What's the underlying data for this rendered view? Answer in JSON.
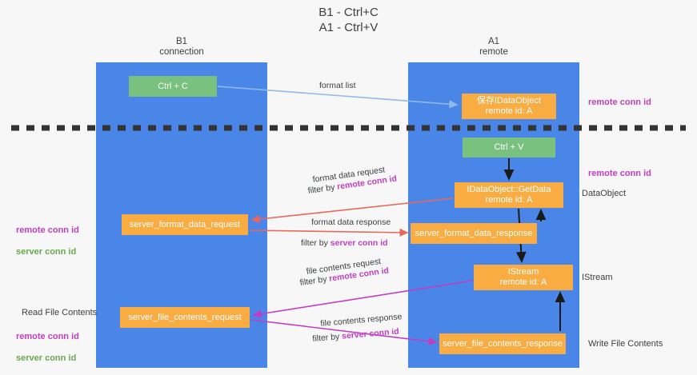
{
  "title": "B1 - Ctrl+C\nA1 - Ctrl+V",
  "columns": {
    "left": "B1\nconnection",
    "right": "A1\nremote"
  },
  "boxes": {
    "ctrl_c": "Ctrl + C",
    "save_idataobject": "保存IDataObject\nremote id: A",
    "ctrl_v": "Ctrl + V",
    "idataobject_getdata": "IDataObject::GetData\nremote id: A",
    "server_format_data_request": "server_format_data_request",
    "server_format_data_response": "server_format_data_response",
    "istream": "IStream\nremote id: A",
    "server_file_contents_request": "server_file_contents_request",
    "server_file_contents_response": "server_file_contents_response"
  },
  "annotations": {
    "remote_conn_id_top": "remote conn id",
    "remote_conn_id_mid": "remote conn id",
    "dataobject": "DataObject",
    "istream": "IStream",
    "write_file_contents": "Write File Contents",
    "read_file_contents": "Read File Contents",
    "left_remote_conn_id_1": "remote conn id",
    "left_server_conn_id_1": "server conn id",
    "left_remote_conn_id_2": "remote conn id",
    "left_server_conn_id_2": "server conn id"
  },
  "arrow_labels": {
    "format_list": "format list",
    "format_data_request": "format data request",
    "filter_by_remote_1_prefix": "filter by ",
    "filter_by_remote_1_value": "remote conn id",
    "format_data_response": "format data response",
    "filter_by_server_1_prefix": "filter by ",
    "filter_by_server_1_value": "server conn id",
    "file_contents_request": "file contents request",
    "filter_by_remote_2_prefix": "filter by ",
    "filter_by_remote_2_value": "remote conn id",
    "file_contents_response": "file contents response",
    "filter_by_server_2_prefix": "filter by ",
    "filter_by_server_2_value": "server conn id"
  },
  "colors": {
    "lane": "#4a86e8",
    "green_box": "#79c17f",
    "orange_box": "#f9ac42",
    "magenta": "#c13ec1",
    "green_text": "#6aa84f",
    "red_arrow": "#e8675a",
    "blue_arrow": "#8fb9e8",
    "divider": "#333333",
    "background": "#f7f7f7"
  }
}
